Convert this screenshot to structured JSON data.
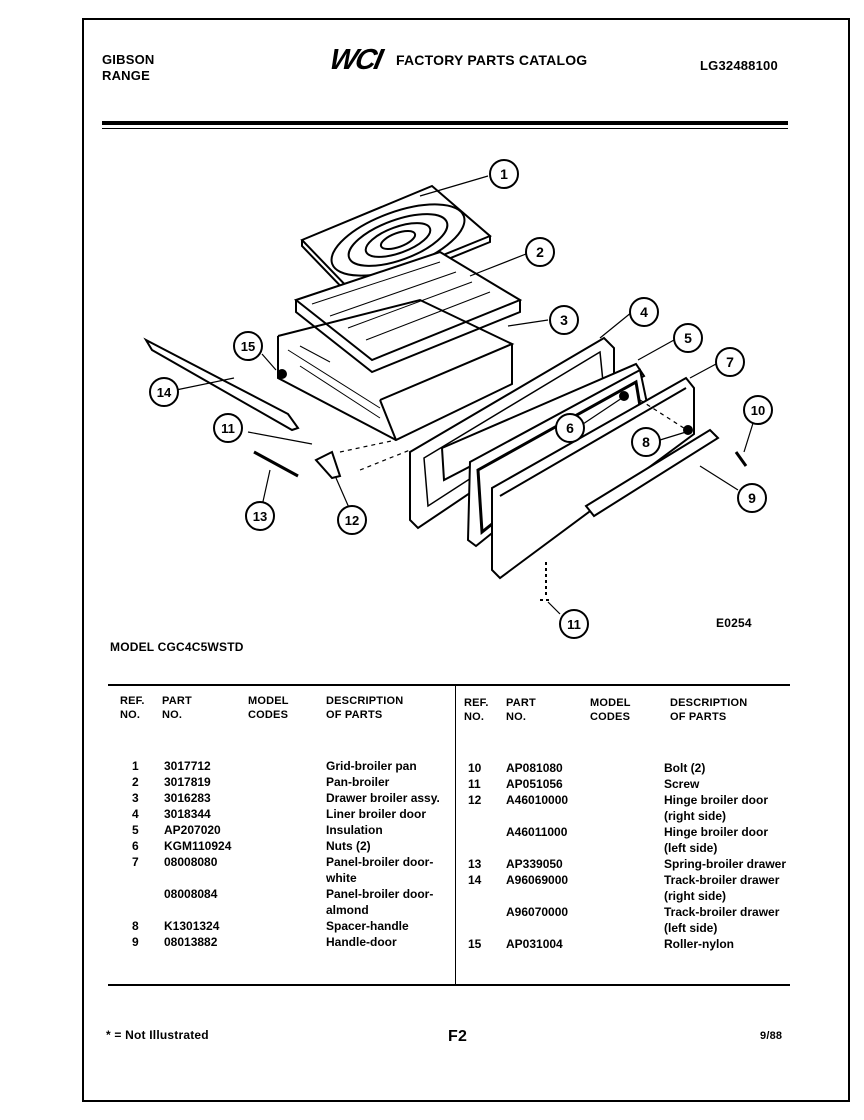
{
  "header": {
    "brand_line1": "GIBSON",
    "brand_line2": "RANGE",
    "logo": "WCI",
    "catalog_title": "FACTORY PARTS CATALOG",
    "catalog_number": "LG32488100"
  },
  "diagram": {
    "callouts": [
      "1",
      "2",
      "3",
      "4",
      "5",
      "6",
      "7",
      "8",
      "9",
      "10",
      "11",
      "12",
      "13",
      "14",
      "15",
      "11"
    ],
    "code": "E0254"
  },
  "model_label": "MODEL CGC4C5WSTD",
  "table": {
    "headers": {
      "ref": [
        "REF.",
        "NO."
      ],
      "part": [
        "PART",
        "NO."
      ],
      "model": [
        "MODEL",
        "CODES"
      ],
      "desc": [
        "DESCRIPTION",
        "OF PARTS"
      ]
    },
    "left_rows": [
      {
        "ref": "1",
        "part": "3017712",
        "desc": "Grid-broiler pan"
      },
      {
        "ref": "2",
        "part": "3017819",
        "desc": "Pan-broiler"
      },
      {
        "ref": "3",
        "part": "3016283",
        "desc": "Drawer broiler assy."
      },
      {
        "ref": "4",
        "part": "3018344",
        "desc": "Liner broiler door"
      },
      {
        "ref": "5",
        "part": "AP207020",
        "desc": "Insulation"
      },
      {
        "ref": "6",
        "part": "KGM110924",
        "desc": "Nuts (2)"
      },
      {
        "ref": "7",
        "part": "08008080",
        "desc": "Panel-broiler door-"
      },
      {
        "ref": "",
        "part": "",
        "desc": "white"
      },
      {
        "ref": "",
        "part": "08008084",
        "desc": "Panel-broiler door-"
      },
      {
        "ref": "",
        "part": "",
        "desc": "almond"
      },
      {
        "ref": "8",
        "part": "K1301324",
        "desc": "Spacer-handle"
      },
      {
        "ref": "9",
        "part": "08013882",
        "desc": "Handle-door"
      }
    ],
    "right_rows": [
      {
        "ref": "10",
        "part": "AP081080",
        "desc": "Bolt (2)"
      },
      {
        "ref": "11",
        "part": "AP051056",
        "desc": "Screw"
      },
      {
        "ref": "12",
        "part": "A46010000",
        "desc": "Hinge broiler door"
      },
      {
        "ref": "",
        "part": "",
        "desc": "(right side)"
      },
      {
        "ref": "",
        "part": "A46011000",
        "desc": "Hinge broiler door"
      },
      {
        "ref": "",
        "part": "",
        "desc": "(left side)"
      },
      {
        "ref": "13",
        "part": "AP339050",
        "desc": "Spring-broiler drawer"
      },
      {
        "ref": "14",
        "part": "A96069000",
        "desc": "Track-broiler drawer"
      },
      {
        "ref": "",
        "part": "",
        "desc": "(right side)"
      },
      {
        "ref": "",
        "part": "A96070000",
        "desc": "Track-broiler drawer"
      },
      {
        "ref": "",
        "part": "",
        "desc": "(left side)"
      },
      {
        "ref": "15",
        "part": "AP031004",
        "desc": "Roller-nylon"
      }
    ]
  },
  "footer": {
    "note": "* = Not Illustrated",
    "page": "F2",
    "date": "9/88"
  }
}
